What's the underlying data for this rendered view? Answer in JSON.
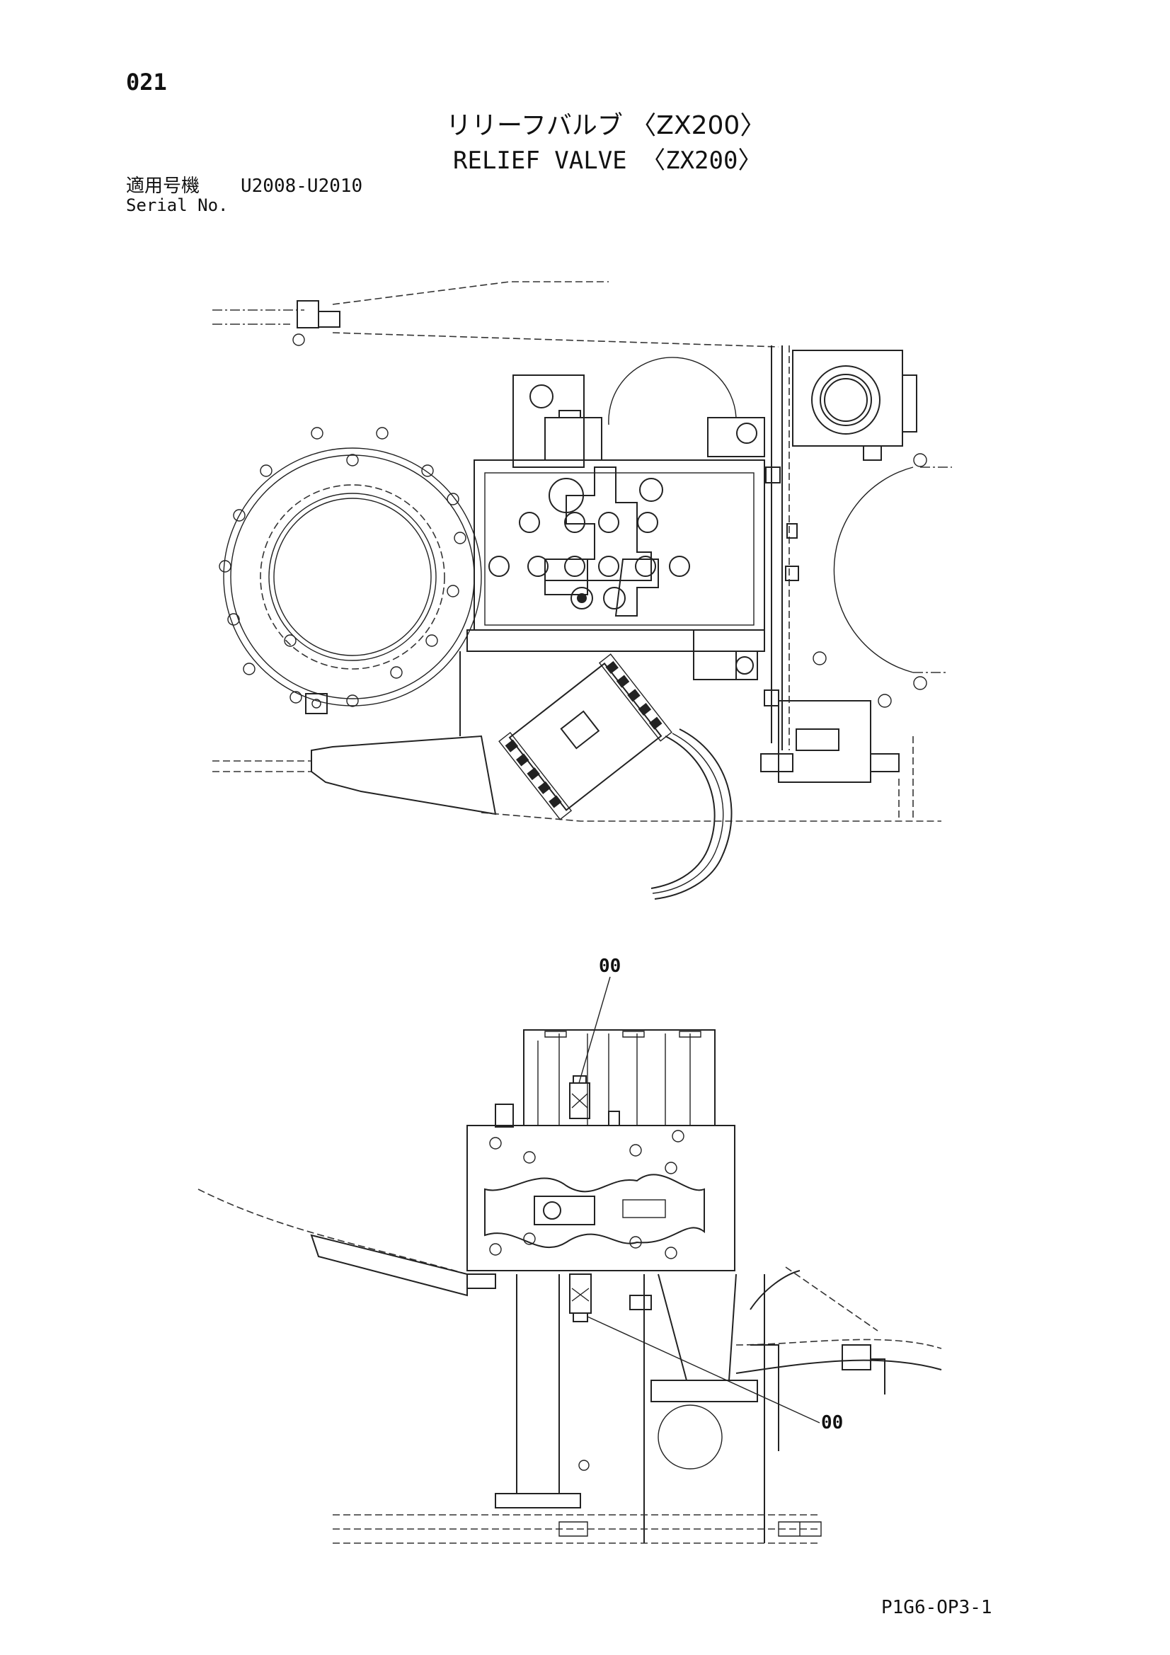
{
  "page": {
    "number": "021",
    "title_jp": "リリーフバルブ 〈ZX200〉",
    "title_en": "RELIEF VALVE 〈ZX200〉",
    "serial_label_jp": "適用号機",
    "serial_range": "U2008-U2010",
    "serial_label_en": "Serial No.",
    "drawing_code": "P1G6-OP3-1"
  },
  "callouts": [
    {
      "label": "00"
    },
    {
      "label": "00"
    }
  ]
}
